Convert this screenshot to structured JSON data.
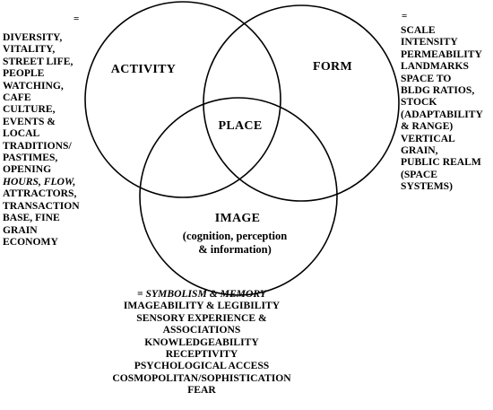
{
  "circles": {
    "activity": "ACTIVITY",
    "form": "FORM",
    "place": "PLACE",
    "image": "IMAGE",
    "image_sub": [
      "(cognition, perception",
      "& information)"
    ]
  },
  "lists": {
    "activity_eq": "=",
    "activity": [
      "DIVERSITY,",
      "VITALITY,",
      "STREET LIFE,",
      "PEOPLE",
      "WATCHING,",
      "CAFE",
      "CULTURE,",
      "EVENTS &",
      "LOCAL",
      "TRADITIONS/",
      "PASTIMES,",
      "OPENING",
      "HOURS, FLOW,",
      "ATTRACTORS,",
      "TRANSACTION",
      "BASE, FINE",
      "GRAIN",
      "ECONOMY"
    ],
    "form_eq": "=",
    "form": [
      "SCALE",
      "INTENSITY",
      "PERMEABILITY",
      "LANDMARKS",
      "SPACE TO",
      "BLDG RATIOS,",
      "STOCK",
      "(ADAPTABILITY",
      "& RANGE)",
      "VERTICAL",
      "GRAIN,",
      "PUBLIC REALM",
      "(SPACE",
      "SYSTEMS)"
    ],
    "image": [
      "= SYMBOLISM & MEMORY",
      "IMAGEABILITY & LEGIBILITY",
      "SENSORY EXPERIENCE &",
      "ASSOCIATIONS",
      "KNOWLEDGEABILITY",
      "RECEPTIVITY",
      "PSYCHOLOGICAL ACCESS",
      "COSMOPOLITAN/SOPHISTICATION",
      "FEAR"
    ]
  }
}
